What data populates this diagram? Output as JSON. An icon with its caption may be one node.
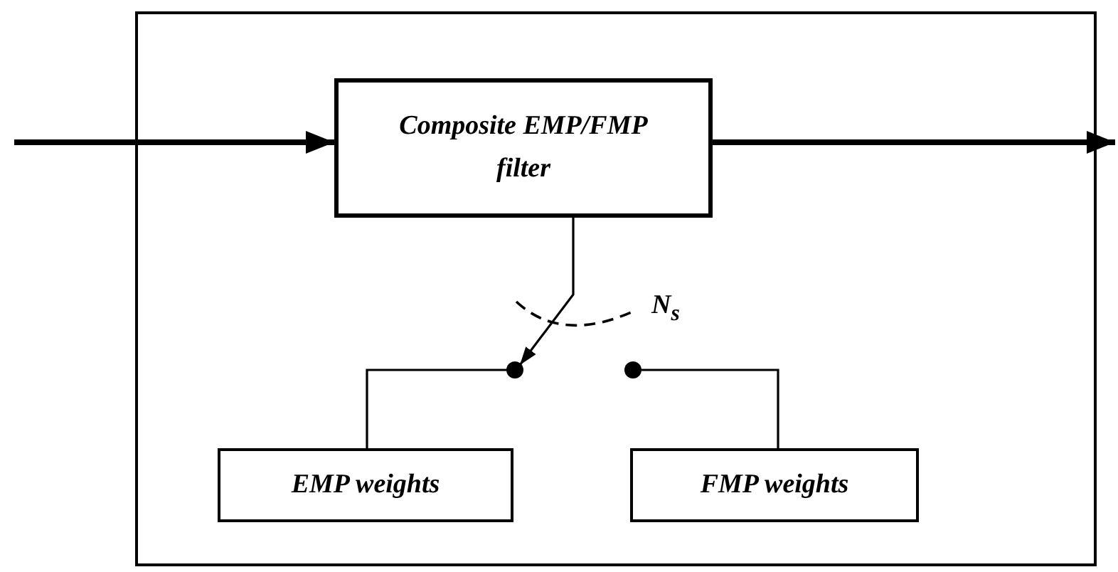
{
  "diagram": {
    "nodes": [
      {
        "text": [],
        "shape": "box"
      },
      {
        "text": [
          "Composite EMP/FMP filter"
        ],
        "in": 0
      },
      {
        "text": [
          "EMP weights"
        ],
        "in": 0
      },
      {
        "text": [
          "FMP weights"
        ],
        "in": 0
      },
      {
        "text": [],
        "shape": "circle",
        "in": 0
      },
      {
        "text": [],
        "shape": "circle",
        "in": 0
      }
    ],
    "edges": [
      {
        "from": null,
        "to": 1,
        "arrow": "to",
        "style": "thick"
      },
      {
        "from": 1,
        "to": null,
        "arrow": "to",
        "style": "thick"
      },
      {
        "from": 1,
        "to": 4,
        "arrow": "to"
      },
      {
        "from": 2,
        "to": 4,
        "arrow": "none"
      },
      {
        "from": 3,
        "to": 5,
        "arrow": "none"
      }
    ],
    "labels": [
      "N$_{s}$"
    ]
  }
}
